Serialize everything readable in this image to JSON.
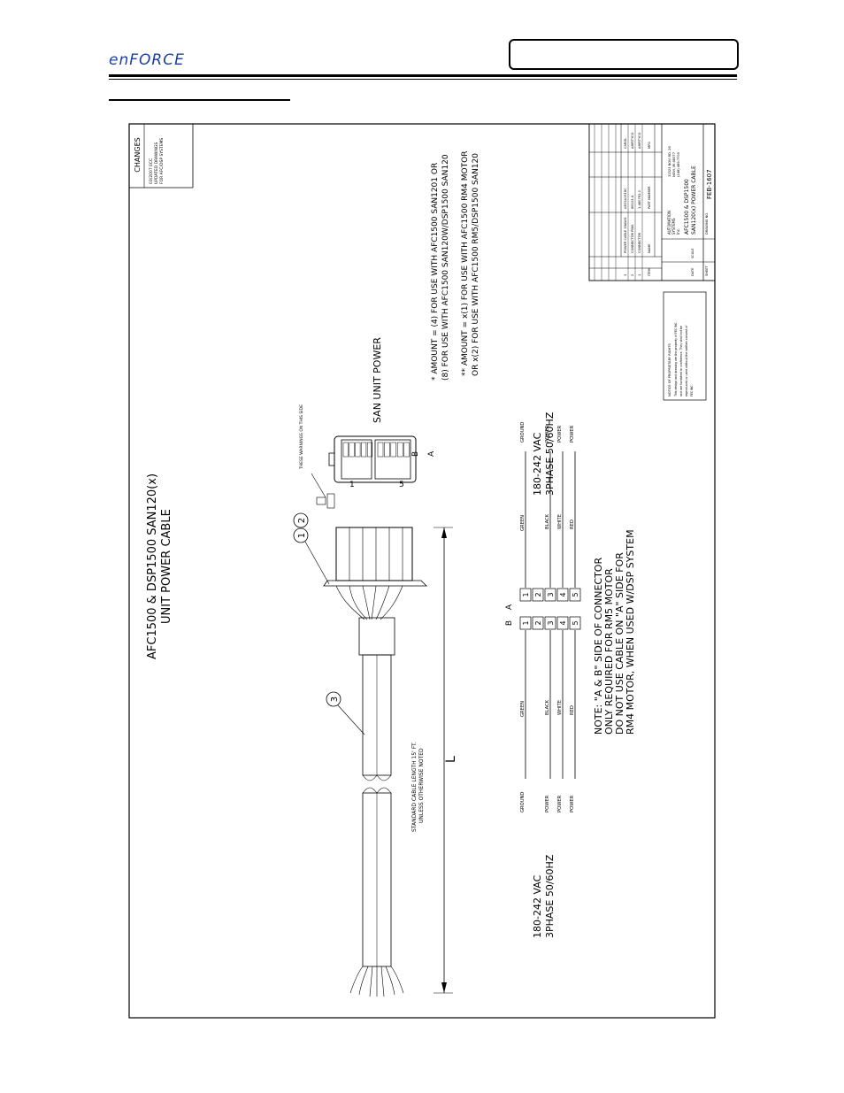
{
  "header": {
    "logo_text": "enFORCE",
    "title_box": ""
  },
  "drawing": {
    "title": [
      "AFC1500 & DSP1500 SAN120(x)",
      "UNIT POWER CABLE"
    ],
    "callouts": [
      "1",
      "2",
      "3"
    ],
    "warning_note": "THESE WARNINGS ON THIS SIDE",
    "connector_pins_label": [
      "1",
      "5"
    ],
    "connector_rows": [
      "B",
      "A"
    ],
    "connector_caption": "SAN UNIT POWER",
    "amount_notes": [
      "* AMOUNT = (4) FOR USE WITH AFC1500 SAN1201 OR",
      "(8) FOR USE WITH AFC1500 SAN120W/DSP1500 SAN120",
      "** AMOUNT = x(1) FOR USE WITH AFC1500 RM4 MOTOR",
      "OR x(2) FOR USE WITH AFC1500 RM5/DSP1500 SAN120"
    ],
    "cable_length_note": [
      "STANDARD CABLE LENGTH 15' FT.",
      "UNLESS OTHERWISE NOTED"
    ],
    "length_label": "L",
    "voltage_left": [
      "180-242 VAC",
      "3PHASE 50/60HZ"
    ],
    "voltage_right": [
      "180-242 VAC",
      "3PHASE 50/60HZ"
    ],
    "wire_colors": [
      "GREEN",
      "BLACK",
      "WHITE",
      "RED"
    ],
    "wire_functions": [
      "GROUND",
      "POWER",
      "POWER",
      "POWER"
    ],
    "pin_numbers": [
      "1",
      "2",
      "3",
      "4",
      "5"
    ],
    "pin_side_labels": [
      "B",
      "A"
    ],
    "note": [
      "NOTE: \"A & B\" SIDE OF CONNECTOR",
      "ONLY REQUIRED FOR RM5 MOTOR",
      "DO NOT USE CABLE ON \"A\" SIDE FOR",
      "RM4 MOTOR, WHEN USED W/DSP SYSTEM"
    ],
    "changes": {
      "header": "CHANGES",
      "lines": [
        "03/2007 ECC",
        "UPDATED DRAWINGS",
        "FOR AFC/DSP SYSTEMS"
      ]
    },
    "title_block": {
      "bom": [
        {
          "item": "3",
          "desc": "POWER CABLE 18AWG",
          "part": "AECSA1518C",
          "mfg": "CAROL"
        },
        {
          "item": "2",
          "desc": "CONNECTOR PINS",
          "part": "66103-4",
          "mfg": "AMP/TYCO"
        },
        {
          "item": "1",
          "desc": "CONNECTOR",
          "part": "1-480763-0",
          "mfg": "AMP/TYCO"
        }
      ],
      "bom_header": {
        "item": "ITEM",
        "desc": "NAME",
        "part": "PART NUMBER",
        "mfg": "MFG"
      },
      "company": [
        "AUTOMATION",
        "SYSTEMS",
        "Inc."
      ],
      "address": [
        "31523 NOVI RD. 26",
        "NOVI, MI 48377",
        "(248) 489-7700"
      ],
      "drawing_title": [
        "AFC1500 & DSP1500",
        "SAN120(x) POWER CABLE"
      ],
      "drawing_no_label": "DRAWING NO.",
      "drawing_no": "FEB-1607",
      "date_label": "DATE",
      "scale_label": "SCALE",
      "sheet_label": "SHEET",
      "proprietary": [
        "NOTICE OF PROPRIETARY RIGHTS",
        "This design and drawing are the property of FEC INC.",
        "and are furnished in confidence. They shall not be",
        "reproduced or used without the written consent of",
        "FEC INC."
      ]
    }
  }
}
